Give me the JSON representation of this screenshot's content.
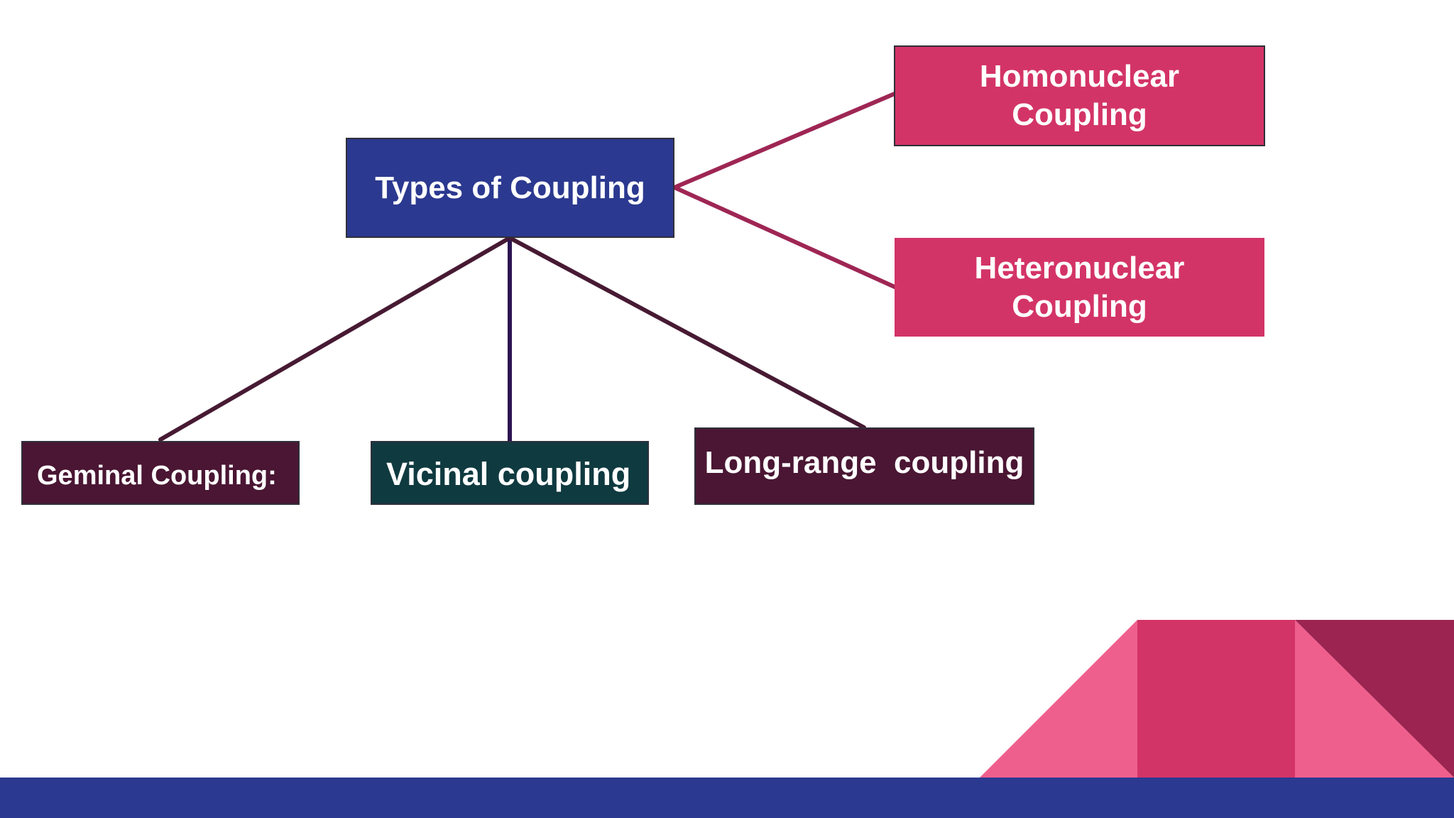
{
  "colors": {
    "background": "#ffffff",
    "root_fill": "#2b3990",
    "pink_node_fill": "#d33467",
    "geminal_fill": "#4a1633",
    "vicinal_fill": "#0f3a40",
    "long_range_fill": "#4a1633",
    "edge_right": "#9e2654",
    "edge_bottom": "#471a33",
    "edge_center": "#2b1550",
    "bottom_bar": "#2b3990",
    "deco_light_pink": "#ef5f8d",
    "deco_pink": "#d33467",
    "deco_dark": "#9c2450"
  },
  "nodes": {
    "root": {
      "label": "Types of Coupling"
    },
    "homonuclear": {
      "line1": "Homonuclear",
      "line2": "Coupling"
    },
    "heteronuclear": {
      "line1": "Heteronuclear",
      "line2": "Coupling"
    },
    "geminal": {
      "label": "Geminal Coupling:"
    },
    "vicinal": {
      "label": "Vicinal coupling"
    },
    "long_range": {
      "label": "Long-range  coupling"
    }
  },
  "edges": [
    {
      "from": "root",
      "to": "homonuclear"
    },
    {
      "from": "root",
      "to": "heteronuclear"
    },
    {
      "from": "root",
      "to": "geminal"
    },
    {
      "from": "root",
      "to": "vicinal"
    },
    {
      "from": "root",
      "to": "long_range"
    }
  ]
}
